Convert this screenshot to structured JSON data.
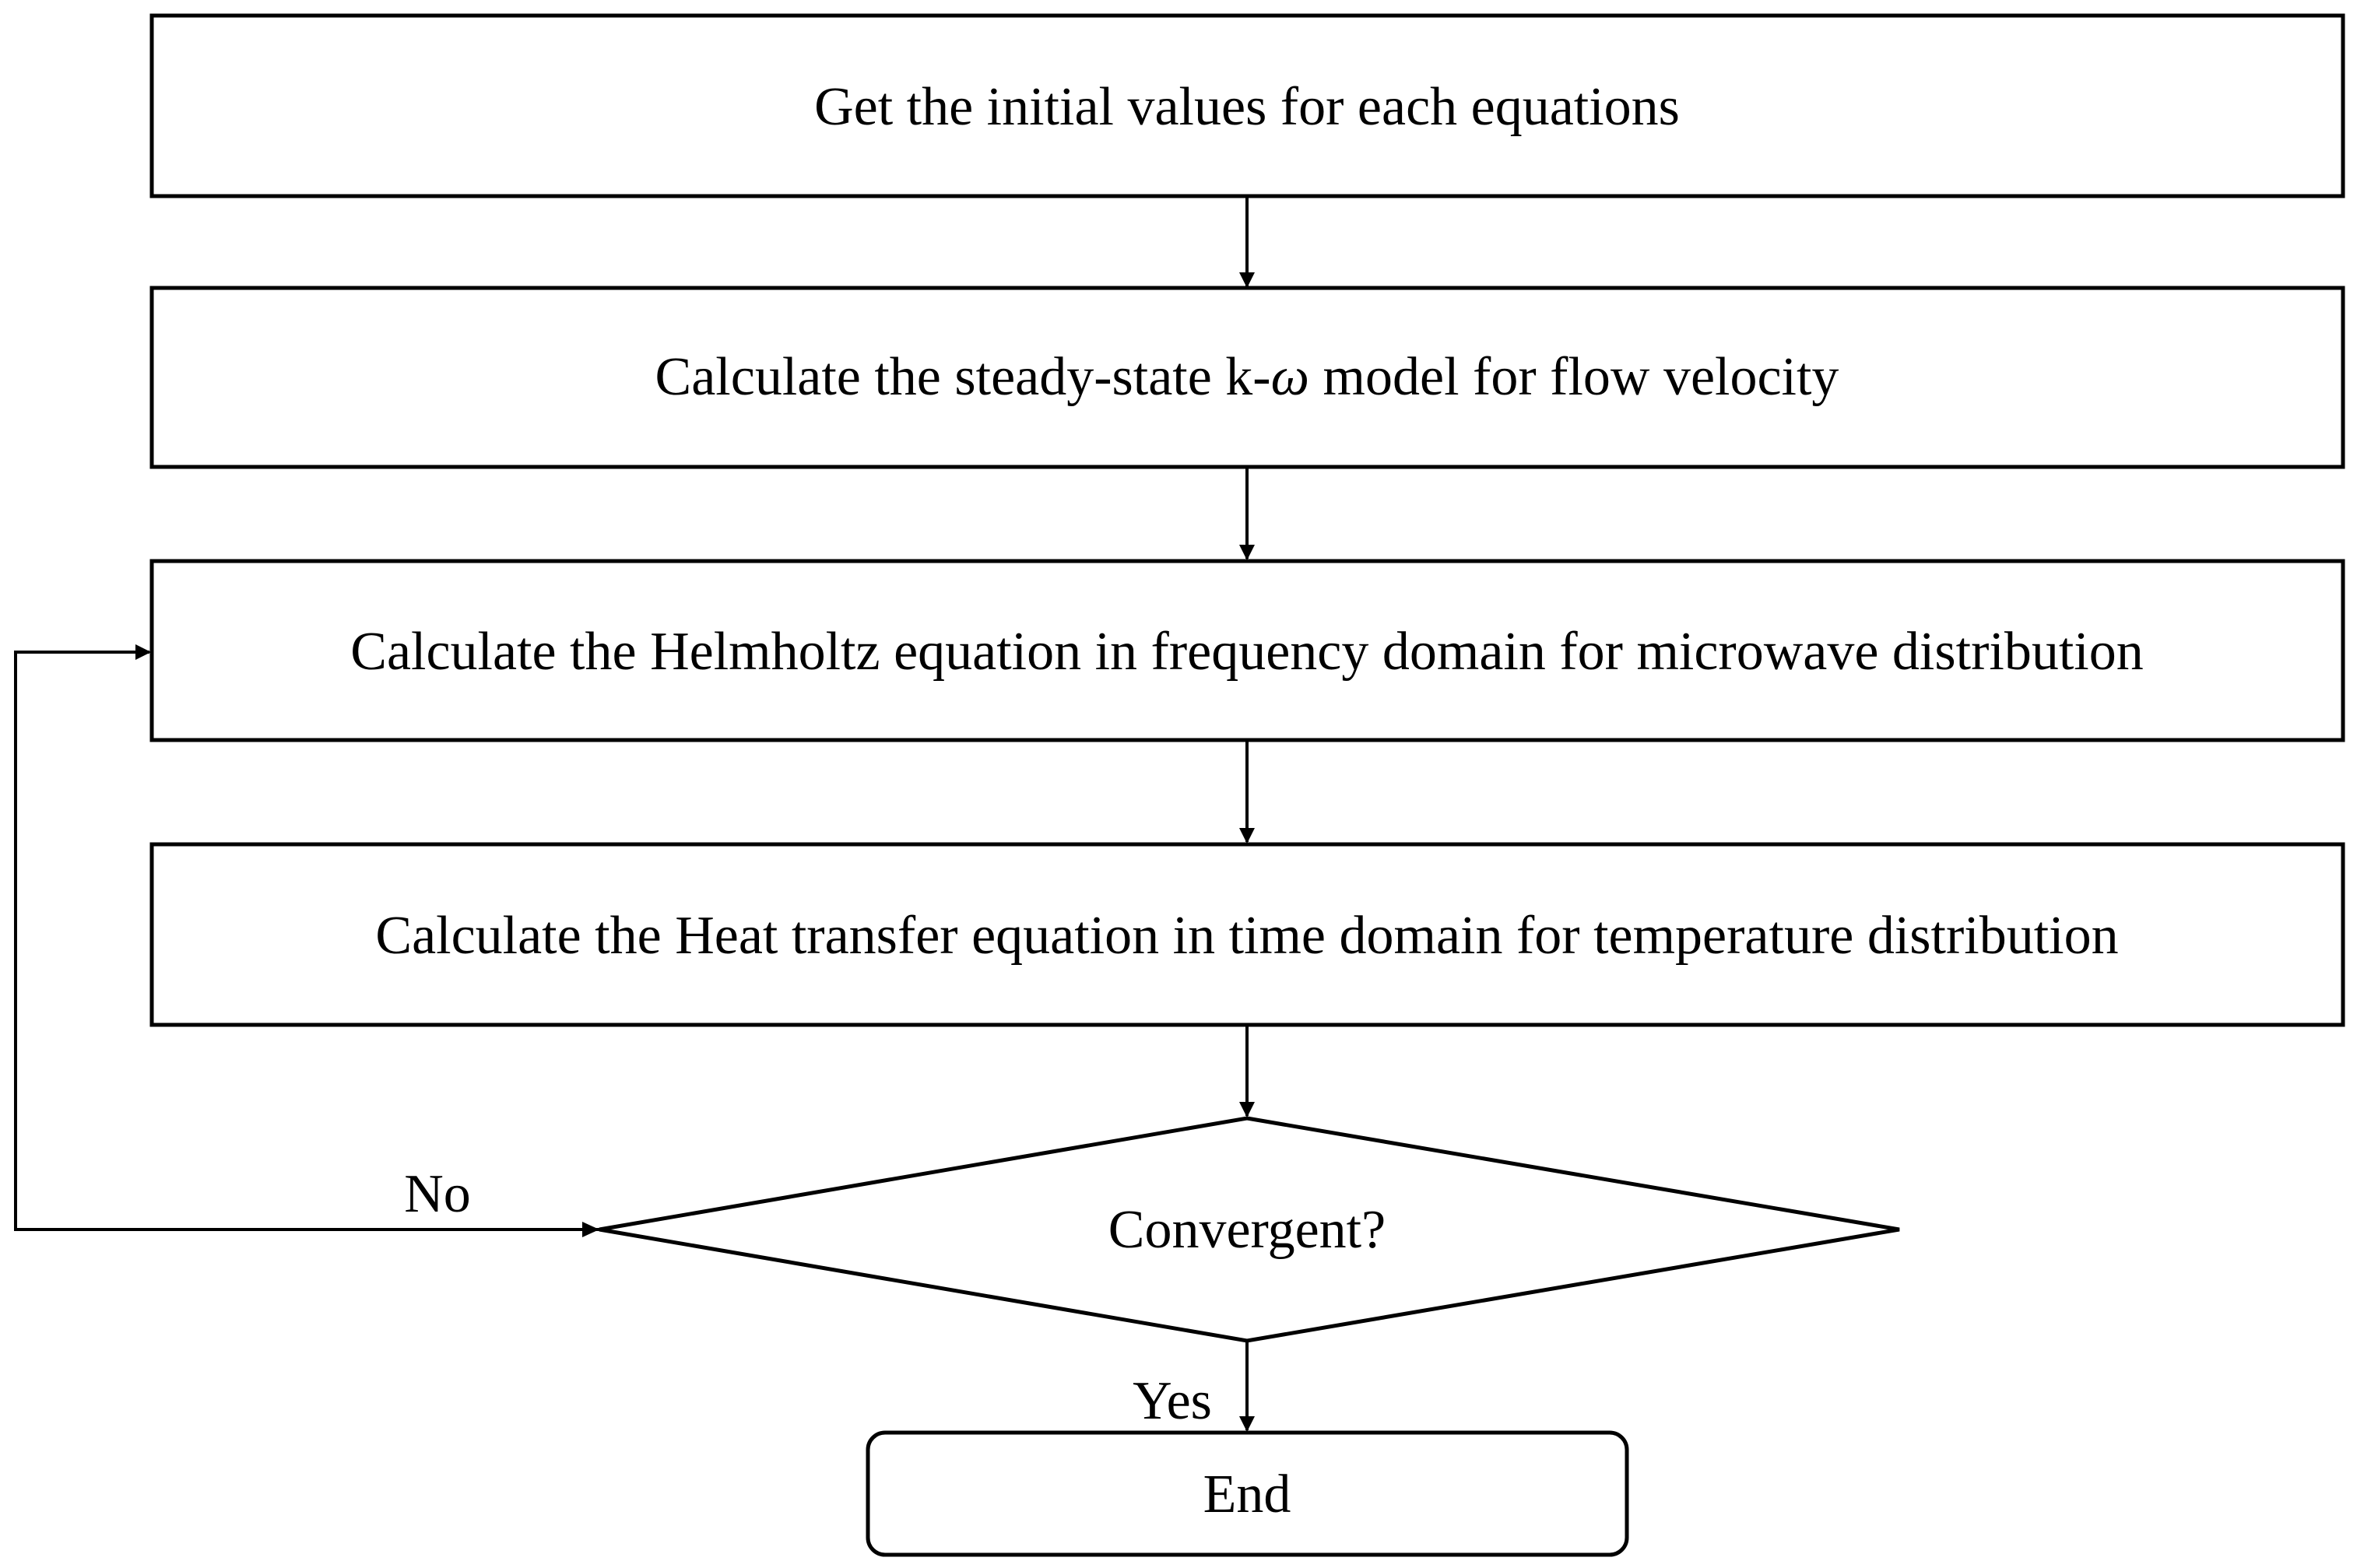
{
  "flowchart": {
    "steps": [
      {
        "label": "Get the initial values for each equations"
      },
      {
        "label_before": "Calculate the steady-state k-",
        "label_symbol": "ω",
        "label_after": " model for flow velocity"
      },
      {
        "label": "Calculate the Helmholtz equation in frequency domain for microwave distribution"
      },
      {
        "label": "Calculate the Heat transfer equation in time domain for temperature distribution"
      }
    ],
    "decision": {
      "label": "Convergent?"
    },
    "no_label": "No",
    "yes_label": "Yes",
    "end": {
      "label": "End"
    }
  }
}
